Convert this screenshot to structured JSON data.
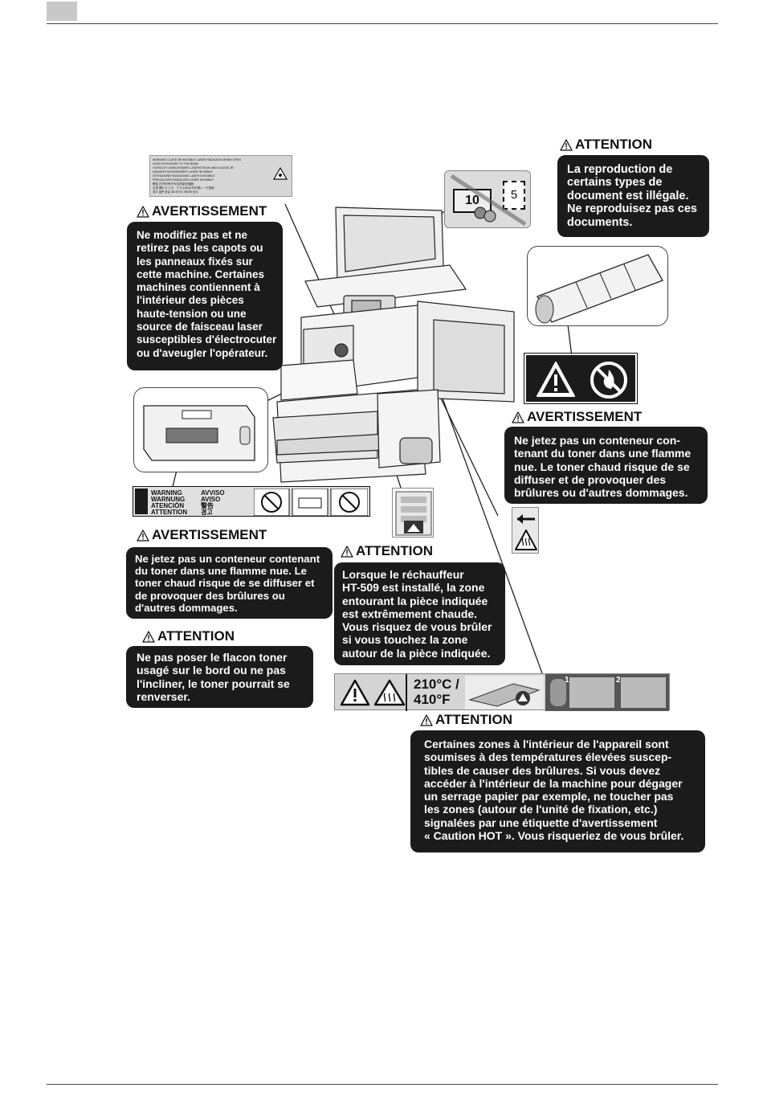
{
  "page": {
    "background": "#ffffff",
    "box_color": "#1b1b1b"
  },
  "notices": {
    "copy_caution": {
      "heading": "ATTENTION",
      "lines": [
        "La reproduction de",
        "certains types de",
        "document est illégale.",
        "Ne reproduisez pas ces",
        "documents."
      ]
    },
    "covers_warning": {
      "heading": "AVERTISSEMENT",
      "lines": [
        "Ne modifiez pas et ne",
        "retirez pas les capots ou",
        "les panneaux fixés sur",
        "cette machine. Certaines",
        "machines contiennent à",
        "l'intérieur des pièces",
        "haute-tension ou une",
        "source de faisceau laser",
        "susceptibles d'électrocuter",
        "ou d'aveugler l'opérateur."
      ]
    },
    "toner_fire_warning_right": {
      "heading": "AVERTISSEMENT",
      "lines": [
        "Ne jetez pas un conteneur con-",
        "tenant du toner dans une flamme",
        "nue. Le toner chaud risque de se",
        "diffuser et de provoquer des",
        "brûlures ou d'autres dommages."
      ]
    },
    "toner_fire_warning_left": {
      "heading": "AVERTISSEMENT",
      "lines": [
        "Ne jetez pas un conteneur contenant",
        "du toner dans une flamme nue. Le",
        "toner chaud risque de se diffuser et",
        "de provoquer des brûlures ou",
        "d'autres dommages."
      ]
    },
    "heater_caution": {
      "heading": "ATTENTION",
      "lines": [
        "Lorsque le réchauffeur",
        "HT-509 est installé, la zone",
        "entourant la pièce indiquée",
        "est extrêmement chaude.",
        "Vous risquez de vous brûler",
        "si vous touchez la zone",
        "autour de la pièce indiquée."
      ]
    },
    "waste_toner_caution": {
      "heading": "ATTENTION",
      "lines": [
        "Ne pas poser le flacon toner",
        "usagé sur le bord ou ne pas",
        "l'incliner, le toner pourrait se",
        "renverser."
      ]
    },
    "hot_zone_caution": {
      "heading": "ATTENTION",
      "lines": [
        "Certaines zones à l'intérieur de l'appareil sont",
        "soumises à des températures élevées suscep-",
        "tibles de causer des brûlures. Si vous devez",
        "accéder à l'intérieur de la machine pour dégager",
        "un serrage papier par exemple, ne toucher pas",
        "les zones (autour de l'unité de fixation, etc.)",
        "signalées par une étiquette d'avertissement",
        "« Caution HOT ». Vous risqueriez de vous brûler."
      ]
    }
  },
  "labels": {
    "laser_label": {
      "lines": [
        "WARNING  CLASS 3B INVISIBLE LASER RADIATION WHEN OPEN",
        "AVOID EXPOSURE TO THE BEAM",
        "VORSICHT  UNSICHTBARE LASERSTRAHLUNG KLASSE 3B",
        "DANGER  RAYONNEMENT LASER INVISIBLE",
        "ATTENZIONE  RADIAZIONE LASER INVISIBILE",
        "PRECAUCIÓN  RADIACIÓN LÁSER INVISIBLE",
        "警告  打开时有不可见的激光辐射",
        "注意  開いたとき、クラス3Bの不可視レーザ放射",
        "경고  열면 등급 3B 비가시 레이저 방사"
      ]
    },
    "money_numbers": [
      "10",
      "5"
    ],
    "waste_label": {
      "entries": [
        "WARNING",
        "AVVISO",
        "WARNUNG",
        "AVISO",
        "ATENCIÓN",
        "警告",
        "ATTENTION",
        "경고"
      ]
    },
    "temperature": {
      "line1": "210°C /",
      "line2": "410°F"
    },
    "step_numbers": [
      "1",
      "2"
    ]
  },
  "icons": [
    "warning-triangle-icon",
    "no-fire-icon",
    "hot-surface-icon",
    "arrow-left-icon"
  ]
}
